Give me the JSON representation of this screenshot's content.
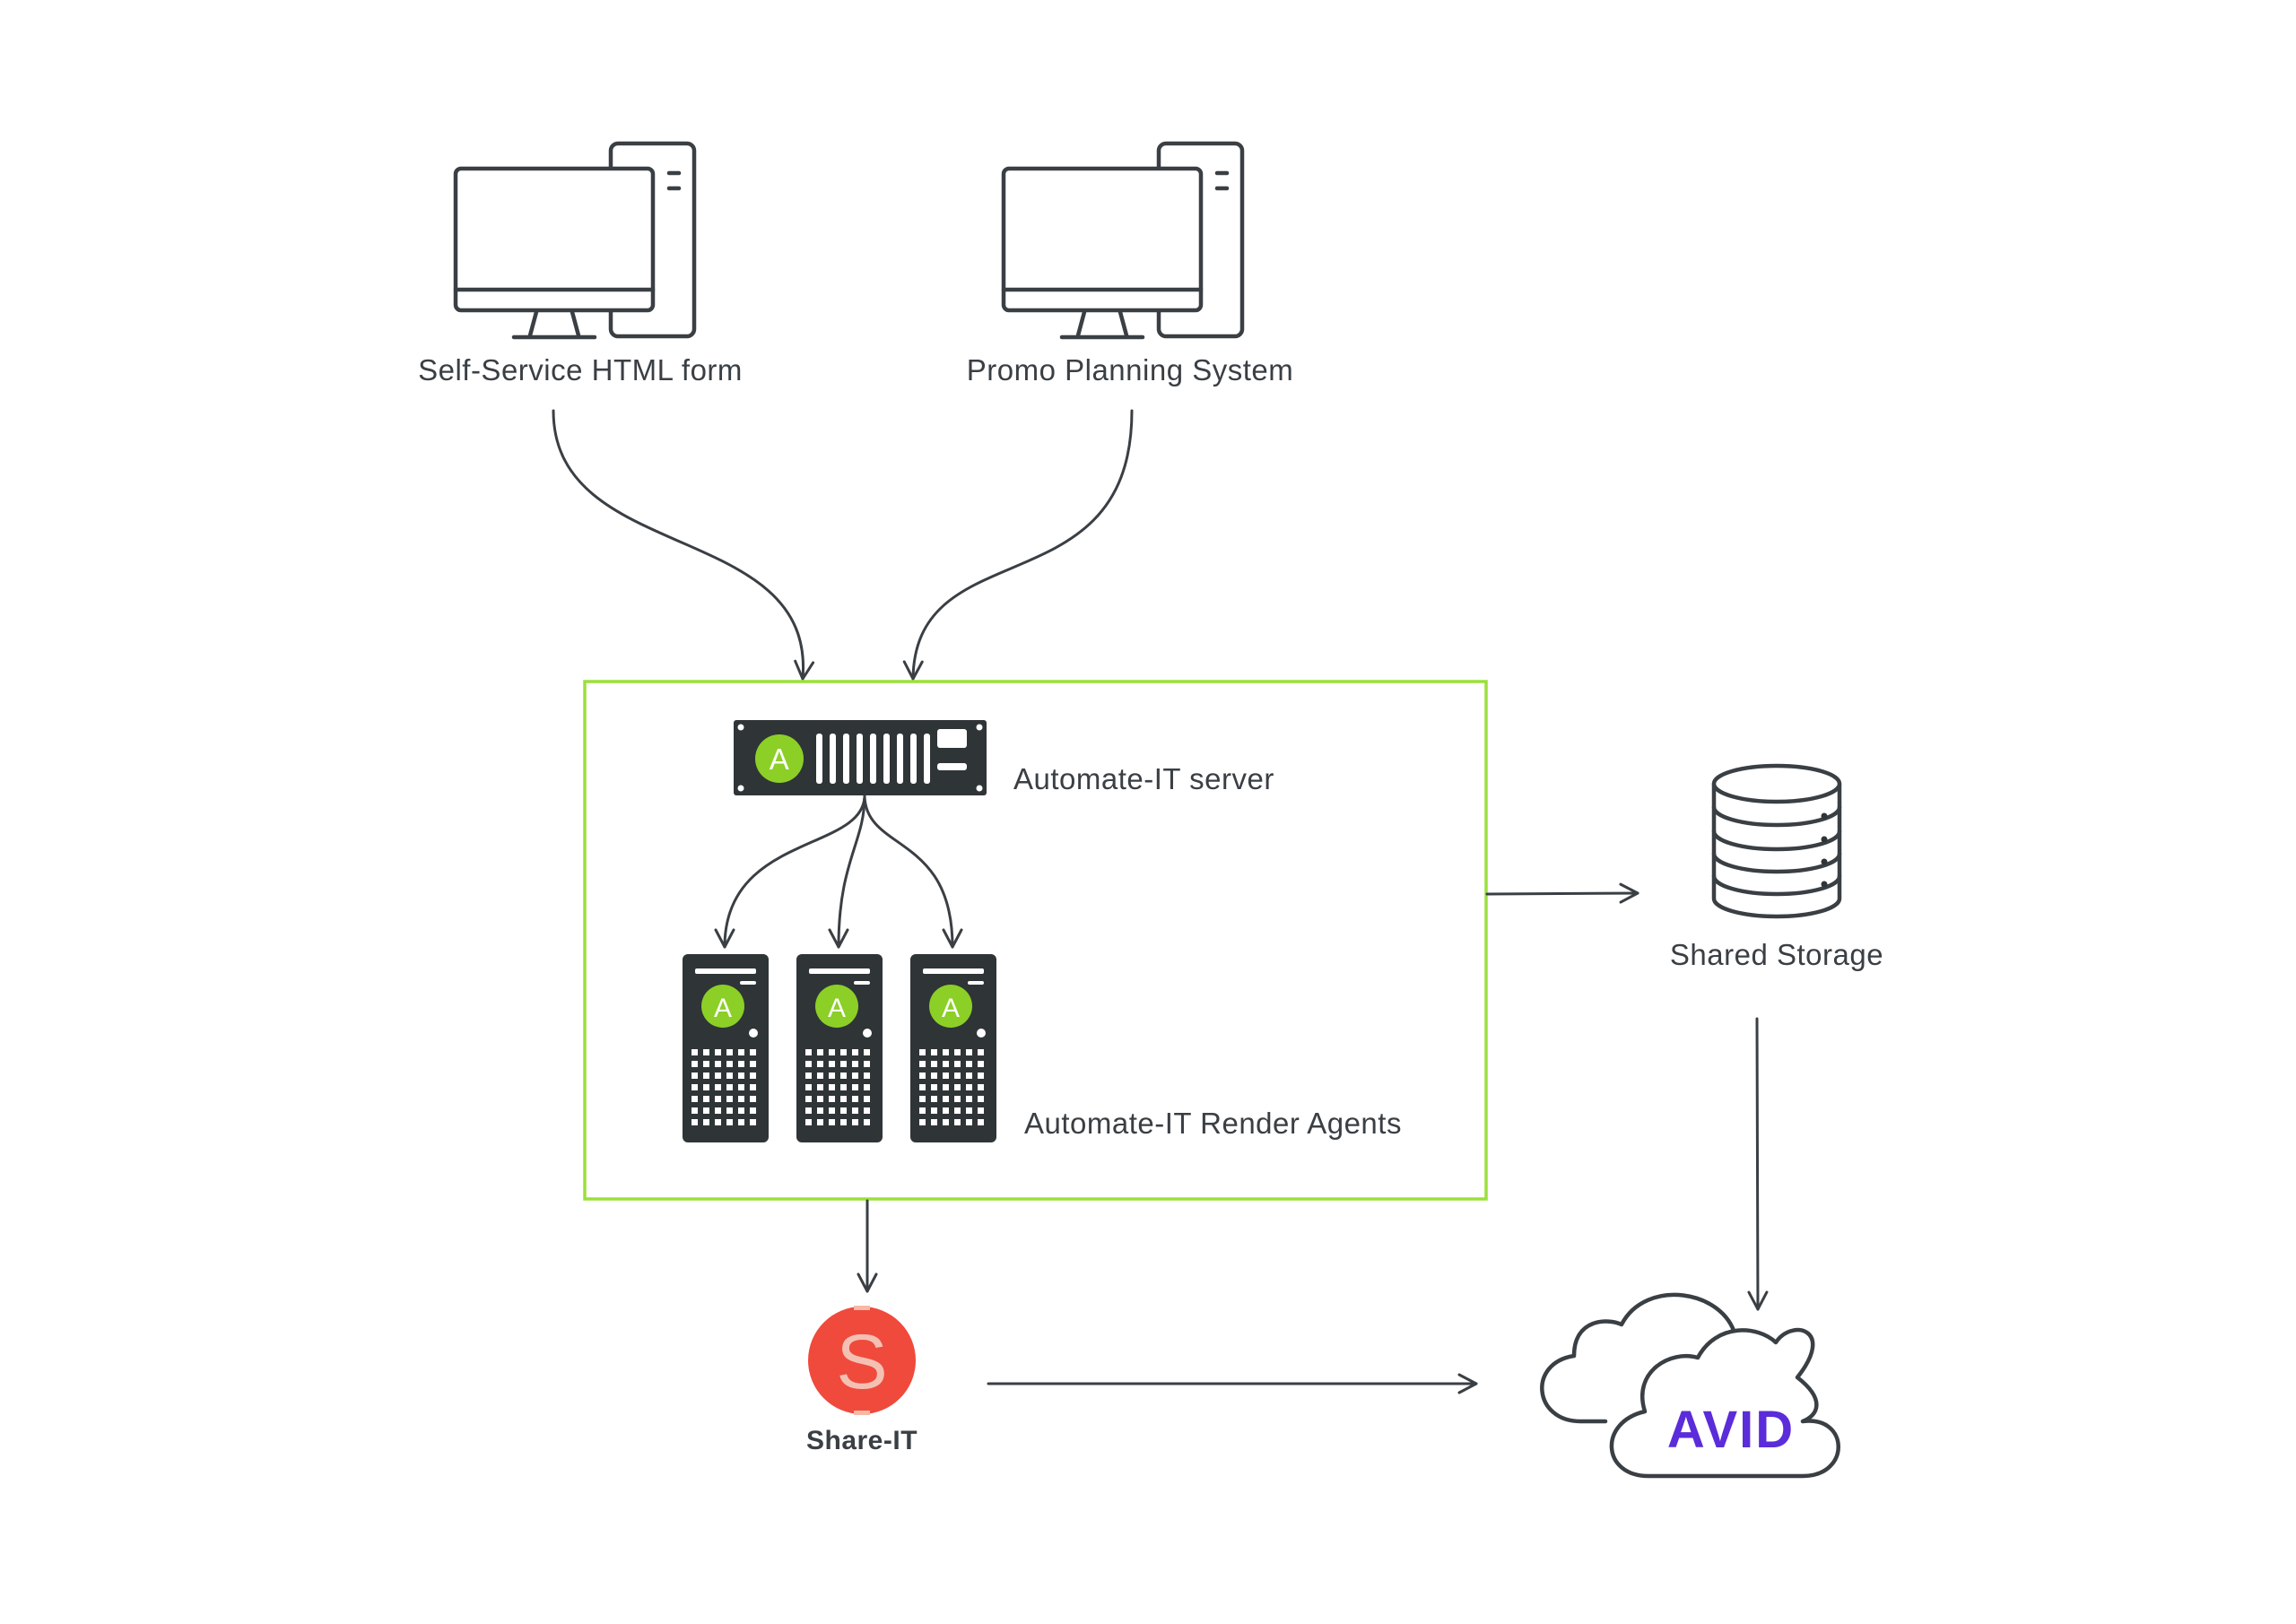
{
  "nodes": {
    "self_service": {
      "label": "Self-Service HTML form",
      "icon": "desktop-computer-icon"
    },
    "promo_planning": {
      "label": "Promo Planning System",
      "icon": "desktop-computer-icon"
    },
    "automate_server": {
      "label": "Automate-IT server",
      "icon": "rack-server-icon",
      "badge": "A"
    },
    "render_agents": {
      "label": "Automate-IT Render Agents",
      "icon": "tower-server-icon",
      "badge": "A"
    },
    "shared_storage": {
      "label": "Shared Storage",
      "icon": "database-icon"
    },
    "share_it": {
      "label": "Share-IT",
      "icon": "share-it-logo",
      "badge": "S"
    },
    "avid_cloud": {
      "logo_text": "AVID",
      "icon": "cloud-icon"
    }
  },
  "colors": {
    "group_border": "#9be03a",
    "accent_green": "#8ccf27",
    "share_it_red": "#ef4a3c",
    "avid_purple": "#5b2cd9",
    "line": "#3a3f44"
  }
}
